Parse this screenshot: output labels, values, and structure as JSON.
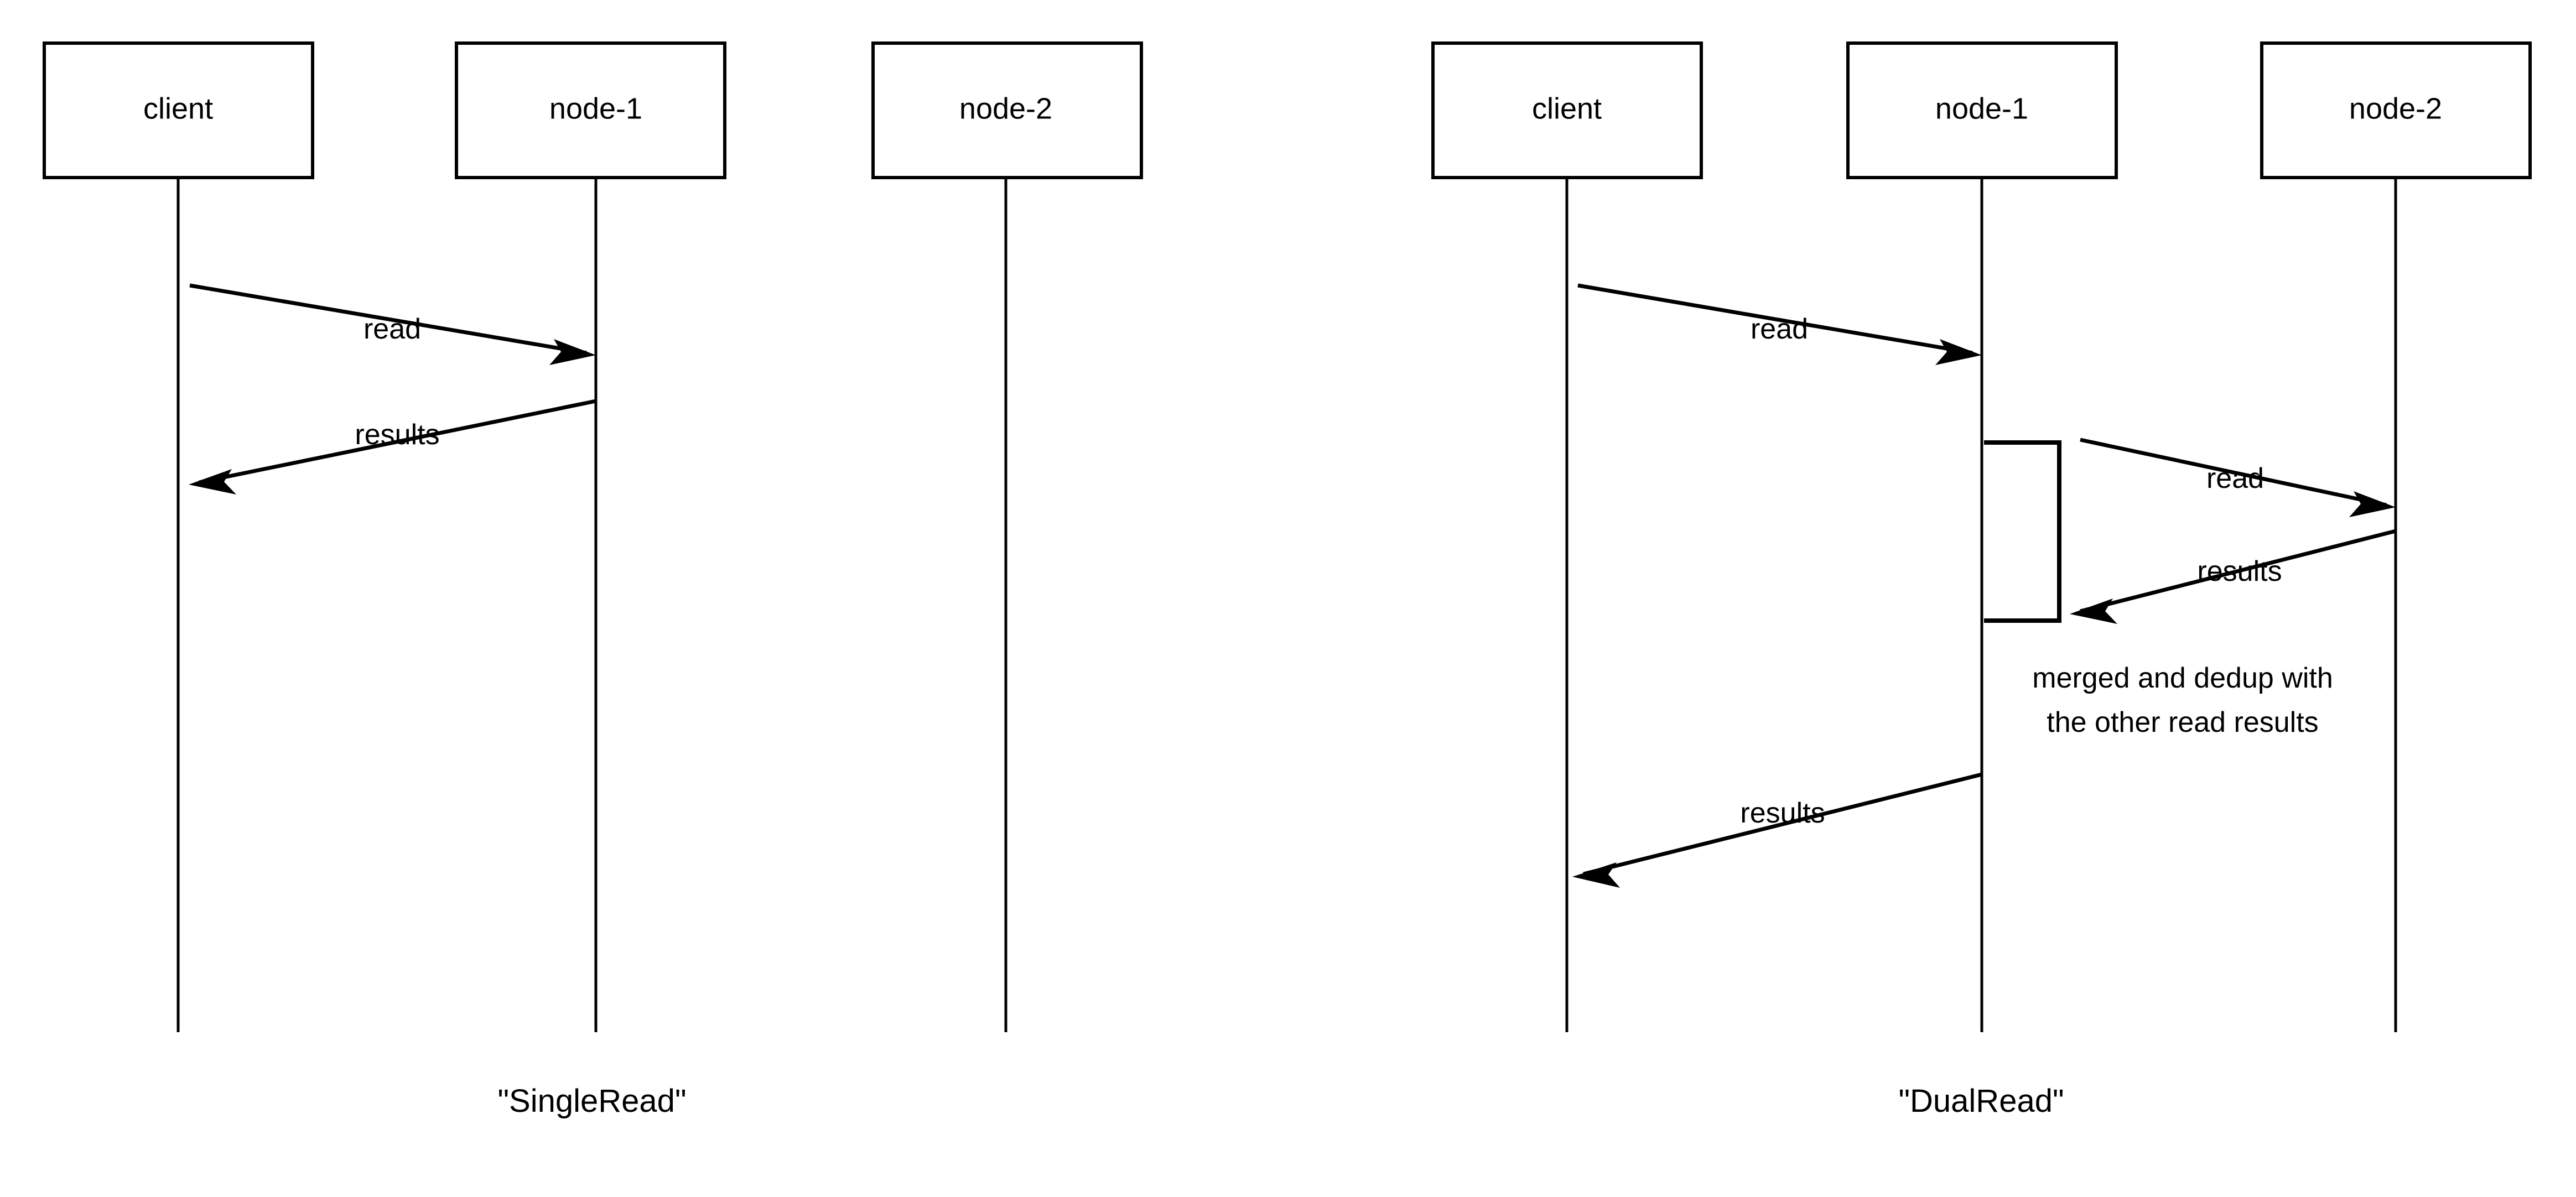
{
  "diagram": {
    "type": "uml-sequence-diagram",
    "background_color": "#ffffff",
    "stroke_color": "#000000",
    "panels": [
      {
        "id": "single-read",
        "caption": "\"SingleRead\"",
        "participants": [
          {
            "id": "client",
            "label": "client"
          },
          {
            "id": "node-1",
            "label": "node-1"
          },
          {
            "id": "node-2",
            "label": "node-2"
          }
        ],
        "messages": [
          {
            "id": "m1",
            "label": "read",
            "from": "client",
            "to": "node-1",
            "direction": "right"
          },
          {
            "id": "m2",
            "label": "results",
            "from": "node-1",
            "to": "client",
            "direction": "left"
          }
        ],
        "notes": [],
        "activations": []
      },
      {
        "id": "dual-read",
        "caption": "\"DualRead\"",
        "participants": [
          {
            "id": "client",
            "label": "client"
          },
          {
            "id": "node-1",
            "label": "node-1"
          },
          {
            "id": "node-2",
            "label": "node-2"
          }
        ],
        "messages": [
          {
            "id": "m1",
            "label": "read",
            "from": "client",
            "to": "node-1",
            "direction": "right"
          },
          {
            "id": "m2",
            "label": "read",
            "from": "node-1",
            "to": "node-2",
            "direction": "right"
          },
          {
            "id": "m3",
            "label": "results",
            "from": "node-2",
            "to": "node-1",
            "direction": "left"
          },
          {
            "id": "m4",
            "label": "results",
            "from": "node-1",
            "to": "client",
            "direction": "left"
          }
        ],
        "notes": [
          {
            "id": "n1",
            "lines": [
              "merged and dedup with",
              "the other read results"
            ]
          }
        ],
        "activations": [
          {
            "id": "a1",
            "on": "node-1"
          }
        ]
      }
    ]
  }
}
